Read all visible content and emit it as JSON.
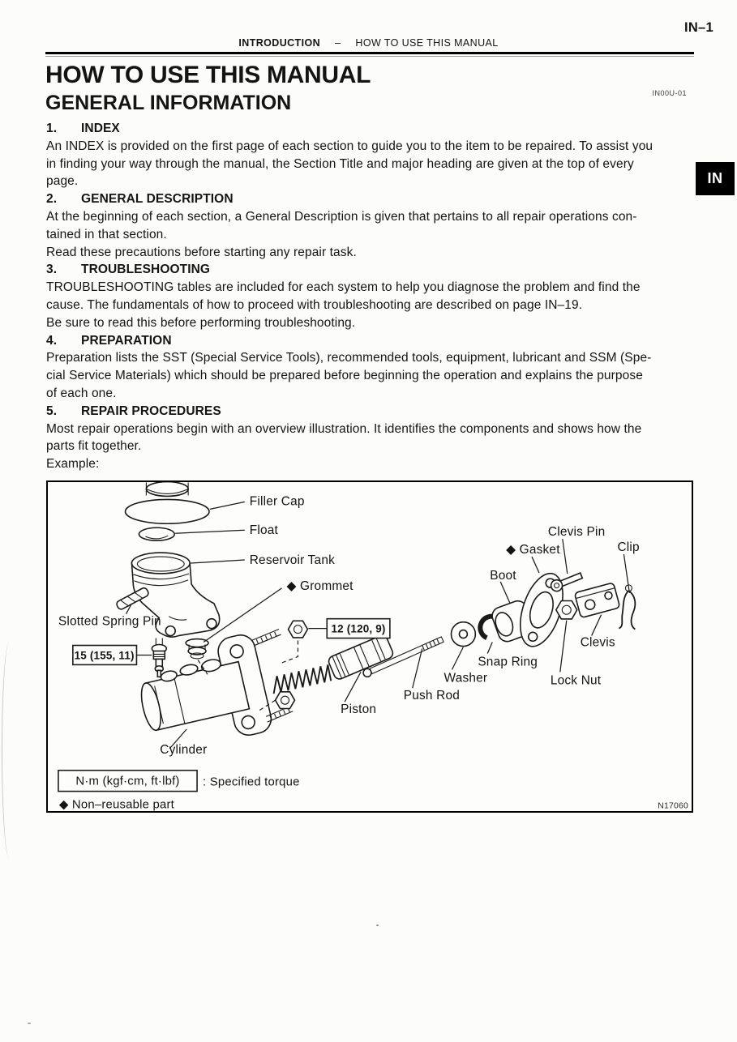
{
  "header": {
    "left_title": "INTRODUCTION",
    "separator": "–",
    "right_title": "HOW TO USE THIS MANUAL",
    "page_number": "IN–1"
  },
  "side_tab": "IN",
  "title": "HOW TO USE THIS MANUAL",
  "doc_code": "IN00U-01",
  "subtitle": "GENERAL INFORMATION",
  "sections": [
    {
      "number": "1.",
      "heading": "INDEX",
      "body": "An INDEX is provided on the first page of each section to guide you to the item to be repaired. To assist you\nin finding your way through the manual, the Section Title and major heading are given at the top of every\npage."
    },
    {
      "number": "2.",
      "heading": "GENERAL DESCRIPTION",
      "body": "At the beginning of each section, a General Description is given that pertains to all repair operations con-\ntained in that section.\nRead these precautions before starting any repair task."
    },
    {
      "number": "3.",
      "heading": "TROUBLESHOOTING",
      "body": "TROUBLESHOOTING tables are included for each system to help you diagnose the problem and find the\ncause. The fundamentals of how to proceed with troubleshooting are described on page IN–19.\nBe sure to read this before performing troubleshooting."
    },
    {
      "number": "4.",
      "heading": "PREPARATION",
      "body": "Preparation lists the SST (Special Service Tools), recommended tools, equipment, lubricant and SSM (Spe-\ncial Service Materials) which should be prepared before beginning the operation and explains the purpose\nof each one."
    },
    {
      "number": "5.",
      "heading": "REPAIR PROCEDURES",
      "body": "Most repair operations begin with an overview illustration. It identifies the components and shows how the\nparts fit together."
    }
  ],
  "example_label": "Example:",
  "diagram": {
    "labels": {
      "filler_cap": "Filler Cap",
      "float": "Float",
      "reservoir_tank": "Reservoir Tank",
      "grommet": "◆ Grommet",
      "slotted_spring_pin": "Slotted Spring Pin",
      "torque_15": "15 (155, 11)",
      "torque_12": "12 (120, 9)",
      "cylinder": "Cylinder",
      "piston": "Piston",
      "push_rod": "Push Rod",
      "washer": "Washer",
      "snap_ring": "Snap Ring",
      "boot": "Boot",
      "gasket": "◆ Gasket",
      "clevis_pin": "Clevis Pin",
      "lock_nut": "Lock Nut",
      "clevis": "Clevis",
      "clip": "Clip"
    },
    "legend": {
      "torque_box": "N·m (kgf·cm, ft·lbf)",
      "torque_desc": ": Specified torque",
      "non_reusable": "◆ Non–reusable part"
    },
    "figure_code": "N17060"
  }
}
